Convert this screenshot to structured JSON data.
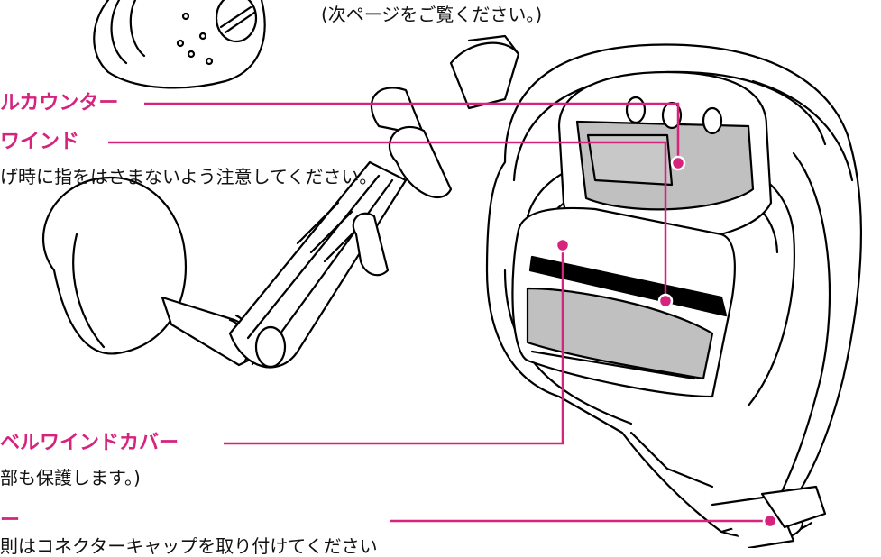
{
  "top_note": "(次ページをご覧ください。)",
  "callouts": {
    "counter": {
      "label": "ルカウンター"
    },
    "levelwind": {
      "label": "ワインド",
      "note": "げ時に指をはさまないよう注意してください。"
    },
    "cover": {
      "label": "ベルワインドカバー",
      "note": "部も保護します。)"
    },
    "bottom": {
      "label": "ー",
      "note": "則はコネクターキャップを取り付けてください"
    }
  },
  "colors": {
    "accent": "#d6237e",
    "panel": "#bfbfbf",
    "line": "#000000"
  }
}
